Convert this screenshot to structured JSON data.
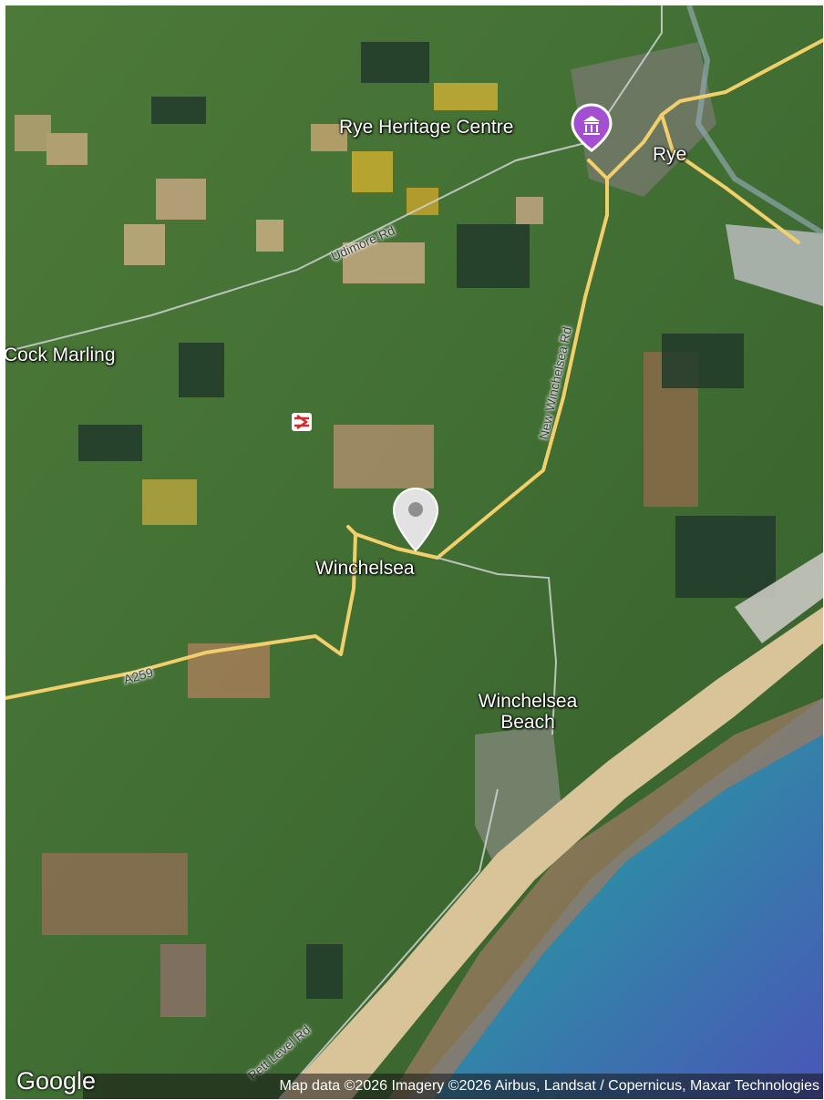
{
  "labels": {
    "heritage": "Rye Heritage Centre",
    "rye": "Rye",
    "cock_marling": "Cock Marling",
    "winchelsea": "Winchelsea",
    "winchelsea_beach": "Winchelsea Beach"
  },
  "roads": {
    "udimore": "Udimore Rd",
    "new_winchelsea": "New Winchelsea Rd",
    "a259": "A259",
    "pett_level": "Pett Level Rd"
  },
  "attribution": "Map data ©2026 Imagery ©2026 Airbus, Landsat / Copernicus, Maxar Technologies",
  "logo": "Google",
  "icons": {
    "museum": "museum-icon",
    "rail": "rail-station-icon",
    "pin": "location-pin-icon"
  },
  "colors": {
    "road": "#f2cf6a",
    "poi": "#a44fd1",
    "land": "#3f6b33",
    "sea": "#3a7f9b",
    "beach": "#d6c190"
  }
}
